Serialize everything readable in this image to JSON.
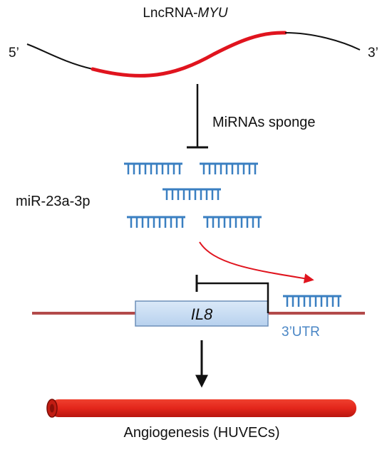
{
  "lncrna": {
    "label_prefix": "LncRNA-",
    "label_gene": "MYU",
    "five_prime": "5’",
    "three_prime": "3’"
  },
  "sponge_label": "MiRNAs sponge",
  "mirna_label": "miR-23a-3p",
  "gene": {
    "name": "IL8",
    "utr_label": "3’UTR"
  },
  "outcome_label": "Angiogenesis (HUVECs)",
  "colors": {
    "rna_highlight": "#e0141e",
    "mirna": "#3a7fc1",
    "utr_text": "#4a86c5",
    "gene_line": "#b34a4a",
    "gene_box_fill": "#c6dcf2",
    "gene_box_stroke": "#6d8fb8",
    "vessel": "#e3261b",
    "vessel_dark": "#a8140d"
  }
}
